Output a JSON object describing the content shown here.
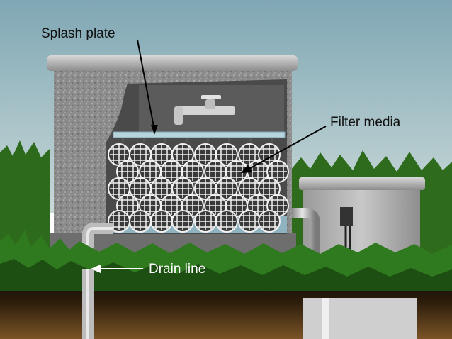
{
  "labels": {
    "splash_plate": "Splash plate",
    "filter_media": "Filter media",
    "drain_line": "Drain line"
  },
  "colors": {
    "sky_top": "#7fa7b4",
    "sky_bottom": "#c4d6d6",
    "grass_dark": "#1f4d14",
    "grass_light": "#3f8a24",
    "soil": "#1a1208",
    "soil_light": "#6b4a22",
    "concrete": "#8f8f8f",
    "water": "#9cc6d6",
    "pipe": "#b8b8b8"
  }
}
